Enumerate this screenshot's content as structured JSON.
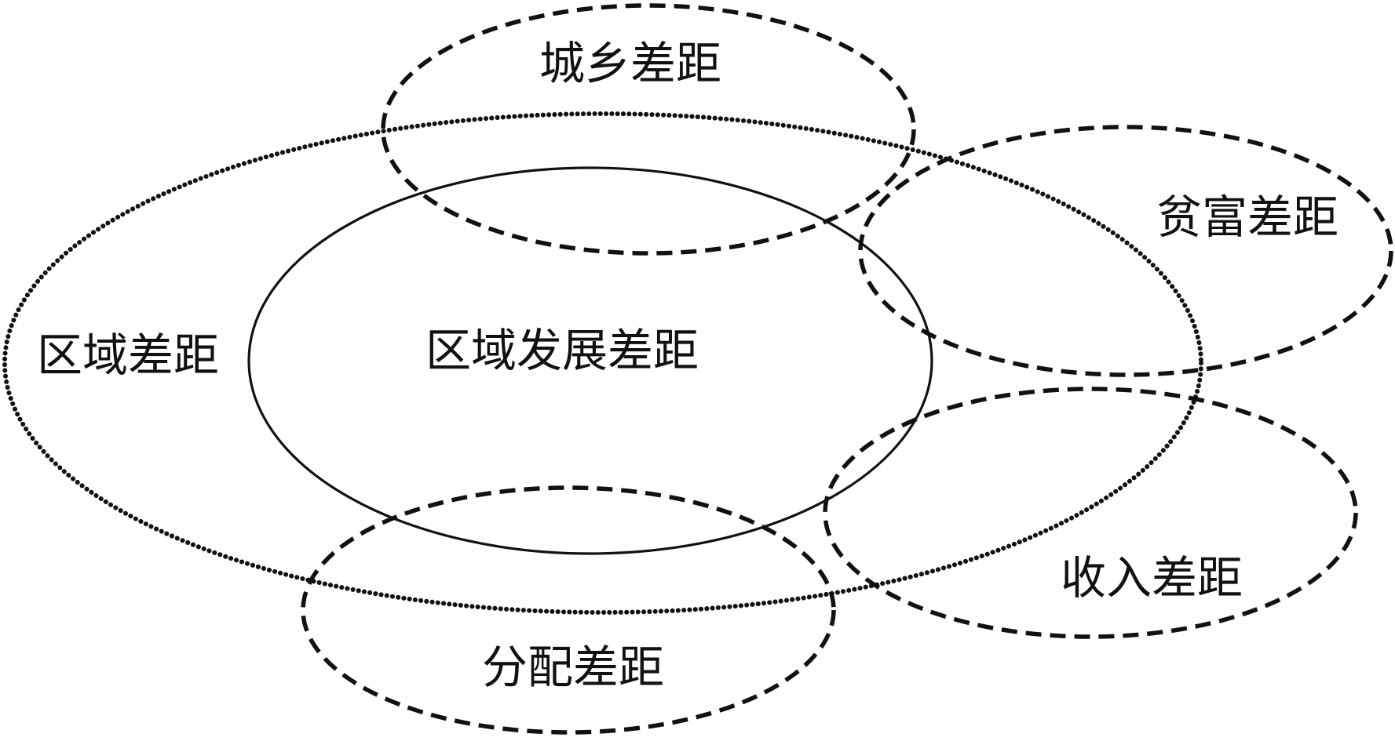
{
  "diagram": {
    "regions": [
      {
        "id": "regional-gap",
        "label": "区域差距",
        "style": "dotted"
      },
      {
        "id": "regional-development-gap",
        "label": "区域发展差距",
        "style": "solid"
      },
      {
        "id": "urban-rural-gap",
        "label": "城乡差距",
        "style": "dashed"
      },
      {
        "id": "wealth-gap",
        "label": "贫富差距",
        "style": "dashed"
      },
      {
        "id": "income-gap",
        "label": "收入差距",
        "style": "dashed"
      },
      {
        "id": "distribution-gap",
        "label": "分配差距",
        "style": "dashed"
      }
    ]
  }
}
